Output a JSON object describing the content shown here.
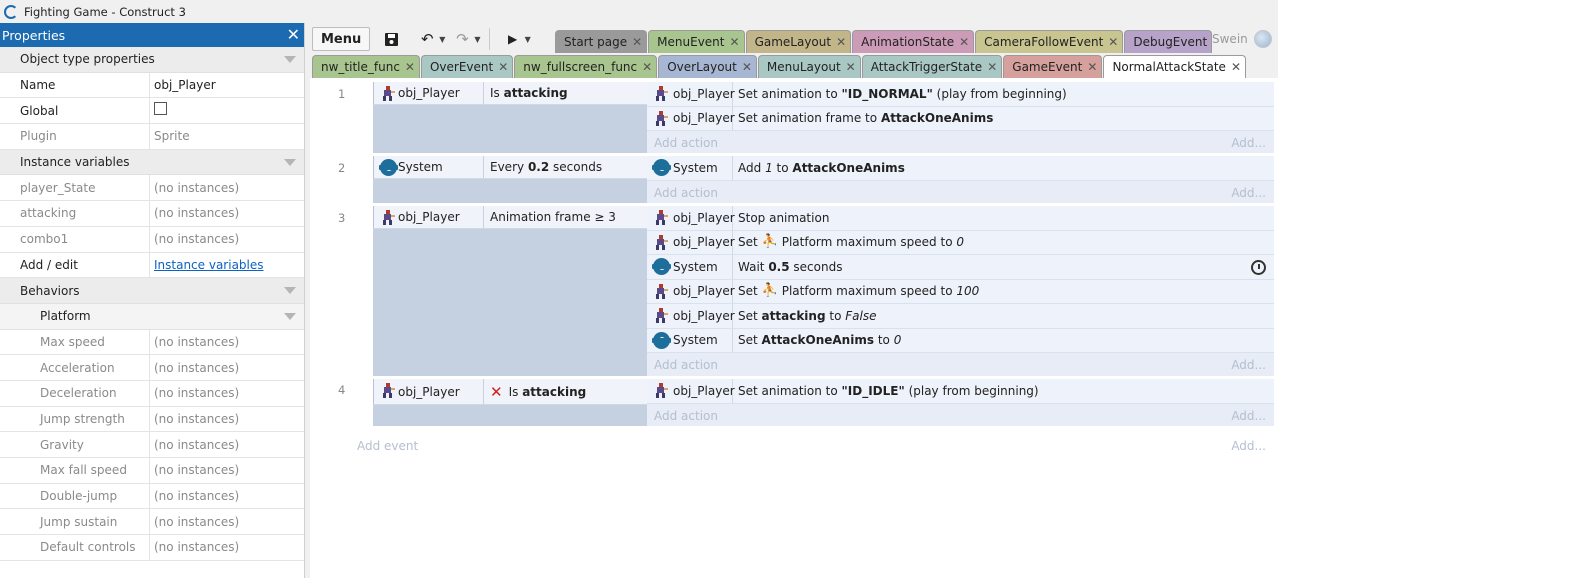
{
  "window": {
    "title": "Fighting Game - Construct 3"
  },
  "properties": {
    "header": "Properties",
    "object_type_section": "Object type properties",
    "rows_top": [
      {
        "key": "Name",
        "value": "obj_Player",
        "muted": false
      },
      {
        "key": "Global",
        "value": "",
        "checkbox": true,
        "muted": false
      },
      {
        "key": "Plugin",
        "value": "Sprite",
        "muted": true
      }
    ],
    "instance_vars_section": "Instance variables",
    "instance_vars": [
      {
        "key": "player_State",
        "value": "(no instances)"
      },
      {
        "key": "attacking",
        "value": "(no instances)"
      },
      {
        "key": "combo1",
        "value": "(no instances)"
      }
    ],
    "add_edit": {
      "key": "Add / edit",
      "link": "Instance variables"
    },
    "behaviors_section": "Behaviors",
    "platform_section": "Platform",
    "platform_rows": [
      {
        "key": "Max speed",
        "value": "(no instances)"
      },
      {
        "key": "Acceleration",
        "value": "(no instances)"
      },
      {
        "key": "Deceleration",
        "value": "(no instances)"
      },
      {
        "key": "Jump strength",
        "value": "(no instances)"
      },
      {
        "key": "Gravity",
        "value": "(no instances)"
      },
      {
        "key": "Max fall speed",
        "value": "(no instances)"
      },
      {
        "key": "Double-jump",
        "value": "(no instances)"
      },
      {
        "key": "Jump sustain",
        "value": "(no instances)"
      },
      {
        "key": "Default controls",
        "value": "(no instances)"
      }
    ]
  },
  "toolbar": {
    "menu_label": "Menu"
  },
  "user": {
    "name": "Swein"
  },
  "tabs_row1": [
    {
      "label": "Start page",
      "color": "#9a9a9a"
    },
    {
      "label": "MenuEvent",
      "color": "#a9c58f"
    },
    {
      "label": "GameLayout",
      "color": "#c2b58a"
    },
    {
      "label": "AnimationState",
      "color": "#cc9bb7"
    },
    {
      "label": "CameraFollowEvent",
      "color": "#c9c591"
    },
    {
      "label": "DebugEvent",
      "color": "#b7a3c9"
    }
  ],
  "tabs_row2": [
    {
      "label": "nw_title_func",
      "color": "#a9c58f"
    },
    {
      "label": "OverEvent",
      "color": "#a9c8c4"
    },
    {
      "label": "nw_fullscreen_func",
      "color": "#a9c58f"
    },
    {
      "label": "OverLayout",
      "color": "#a7b6d2"
    },
    {
      "label": "MenuLayout",
      "color": "#a9c8c4"
    },
    {
      "label": "AttackTriggerState",
      "color": "#a9c8c4"
    },
    {
      "label": "GameEvent",
      "color": "#d6a19c"
    },
    {
      "label": "NormalAttackState",
      "color": "#ffffff"
    }
  ],
  "events": [
    {
      "num": "1",
      "conditions": [
        {
          "object": "obj_Player",
          "pre": "Is ",
          "bold": "attacking"
        }
      ],
      "actions": [
        {
          "object": "obj_Player",
          "pre": "Set animation to ",
          "bold": "\"ID_NORMAL\"",
          "post": " (play from beginning)"
        },
        {
          "object": "obj_Player",
          "pre": "Set animation frame to ",
          "bold": "AttackOneAnims",
          "post": ""
        }
      ]
    },
    {
      "num": "2",
      "conditions": [
        {
          "object": "System",
          "pre": "Every ",
          "bold": "0.2",
          "post": " seconds"
        }
      ],
      "actions": [
        {
          "object": "System",
          "pre": "Add ",
          "ital": "1",
          "mid": " to ",
          "bold": "AttackOneAnims"
        }
      ]
    },
    {
      "num": "3",
      "conditions": [
        {
          "object": "obj_Player",
          "pre": "Animation frame ≥ 3"
        }
      ],
      "actions": [
        {
          "object": "obj_Player",
          "pre": "Stop animation"
        },
        {
          "object": "obj_Player",
          "pre": "Set ",
          "mid": "Platform maximum speed to ",
          "ital": "0"
        },
        {
          "object": "System",
          "pre": "Wait ",
          "bold": "0.5",
          "post": " seconds"
        },
        {
          "object": "obj_Player",
          "pre": "Set ",
          "mid": "Platform maximum speed to ",
          "ital": "100"
        },
        {
          "object": "obj_Player",
          "pre": "Set ",
          "bold": "attacking",
          "mid": " to ",
          "ital": "False"
        },
        {
          "object": "System",
          "pre": "Set ",
          "bold": "AttackOneAnims",
          "mid": " to ",
          "ital": "0"
        }
      ]
    },
    {
      "num": "4",
      "conditions": [
        {
          "object": "obj_Player",
          "pre": "Is ",
          "bold": "attacking"
        }
      ],
      "actions": [
        {
          "object": "obj_Player",
          "pre": "Set animation to ",
          "bold": "\"ID_IDLE\"",
          "post": " (play from beginning)"
        }
      ]
    }
  ],
  "sheet": {
    "add_action": "Add action",
    "add": "Add...",
    "add_event": "Add event"
  }
}
